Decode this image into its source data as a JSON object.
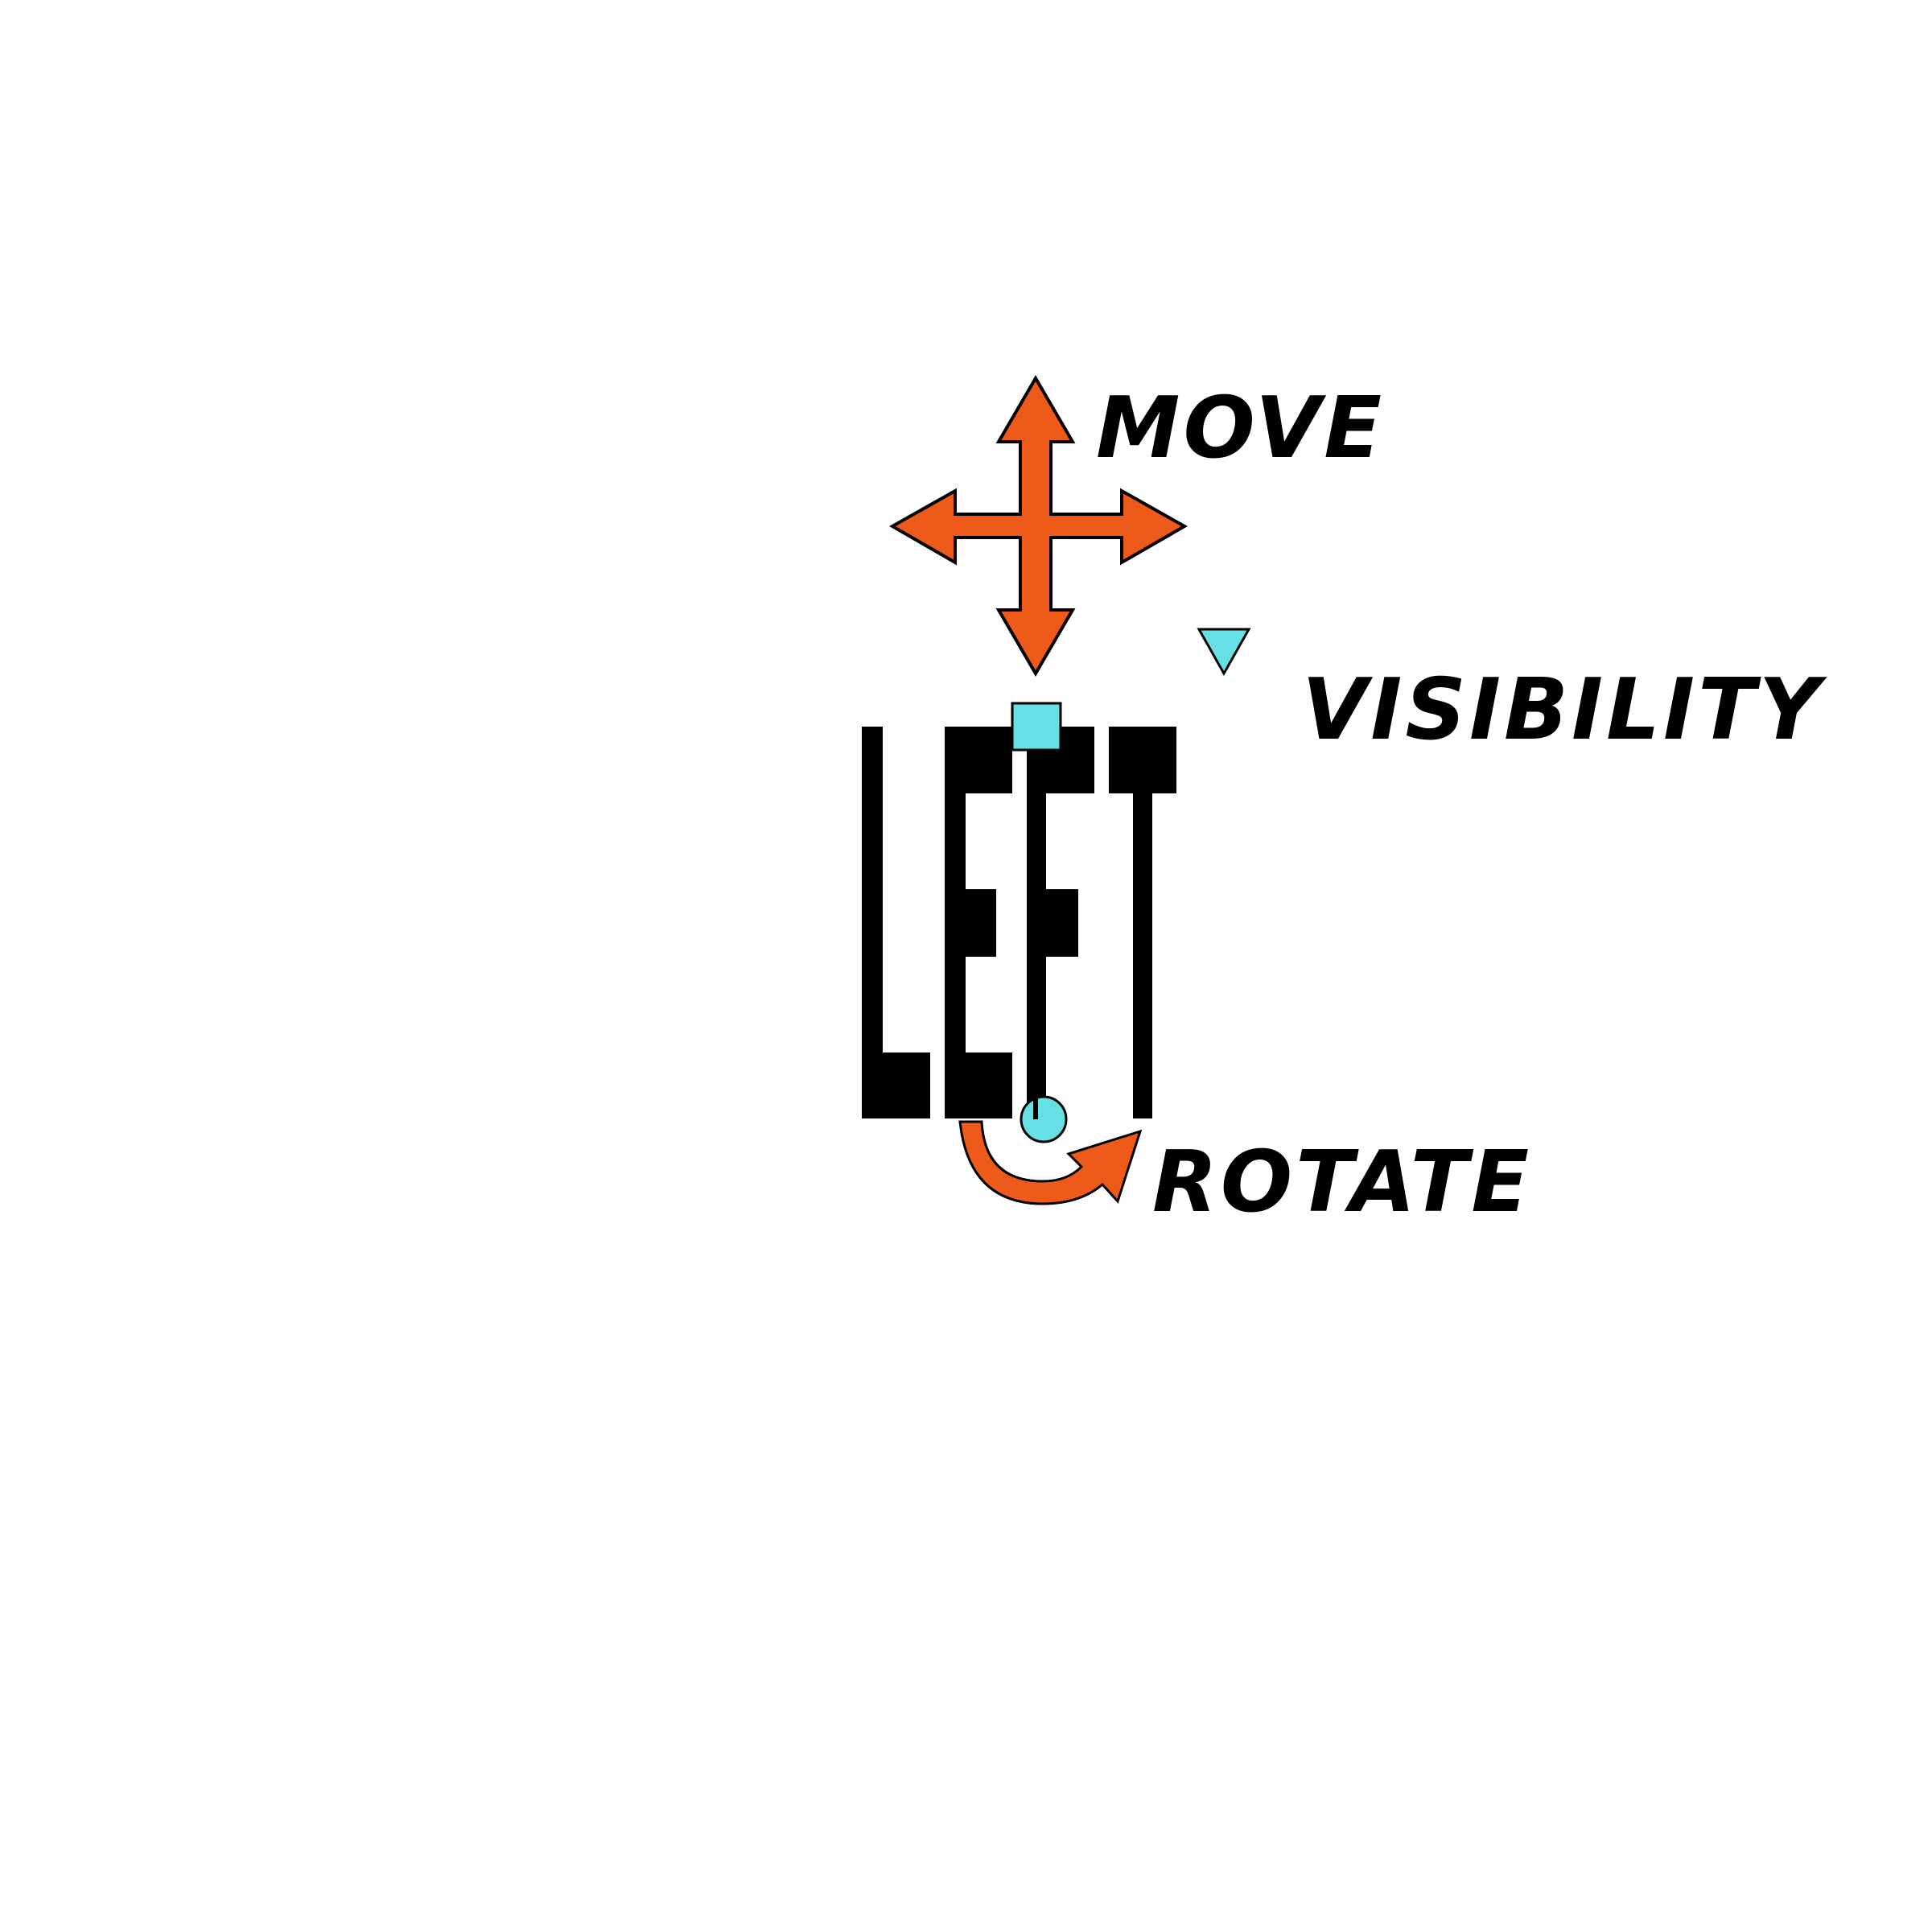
{
  "labels": {
    "move": "MOVE",
    "visibility": "VISIBILITY",
    "rotate": "ROTATE"
  },
  "word_shape": "LEFT",
  "colors": {
    "arrow_fill": "#EE5A1A",
    "handle_fill": "#66E0E4",
    "ink": "#000000",
    "background": "#FFFFFF"
  },
  "icons": {
    "move": "four-way-move-arrow-icon",
    "visibility": "visibility-triangle-icon",
    "position_handle": "square-handle-icon",
    "rotation_handle": "circle-handle-icon",
    "rotate": "curved-rotate-arrow-icon"
  }
}
